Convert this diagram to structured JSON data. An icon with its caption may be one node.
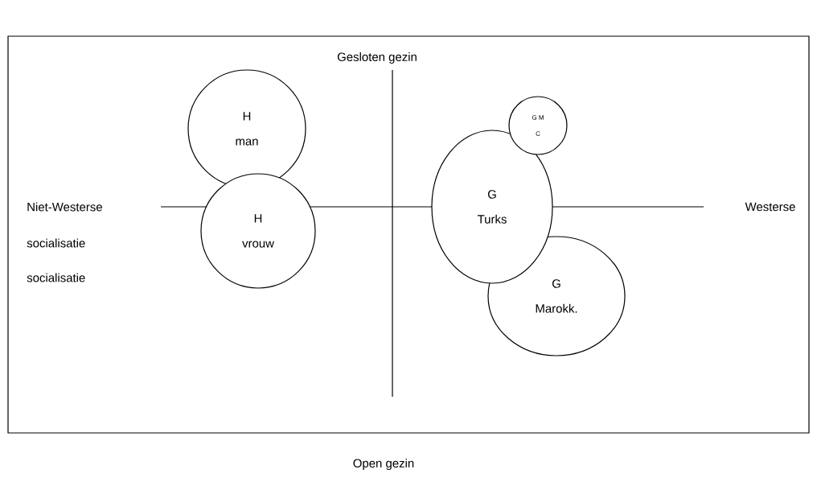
{
  "diagram": {
    "nodes": [
      {
        "text": [
          "H",
          "man"
        ]
      },
      {
        "text": [
          "G M",
          "C"
        ]
      },
      {
        "text": [
          "H",
          "vrouw"
        ]
      },
      {
        "text": [
          "G",
          "Turks"
        ]
      },
      {
        "text": [
          "G",
          "Marokk."
        ]
      }
    ],
    "labels": [
      "Gesloten gezin",
      "Niet-Westerse",
      "Westerse",
      "socialisatie",
      "socialisatie",
      "Open gezin"
    ]
  }
}
